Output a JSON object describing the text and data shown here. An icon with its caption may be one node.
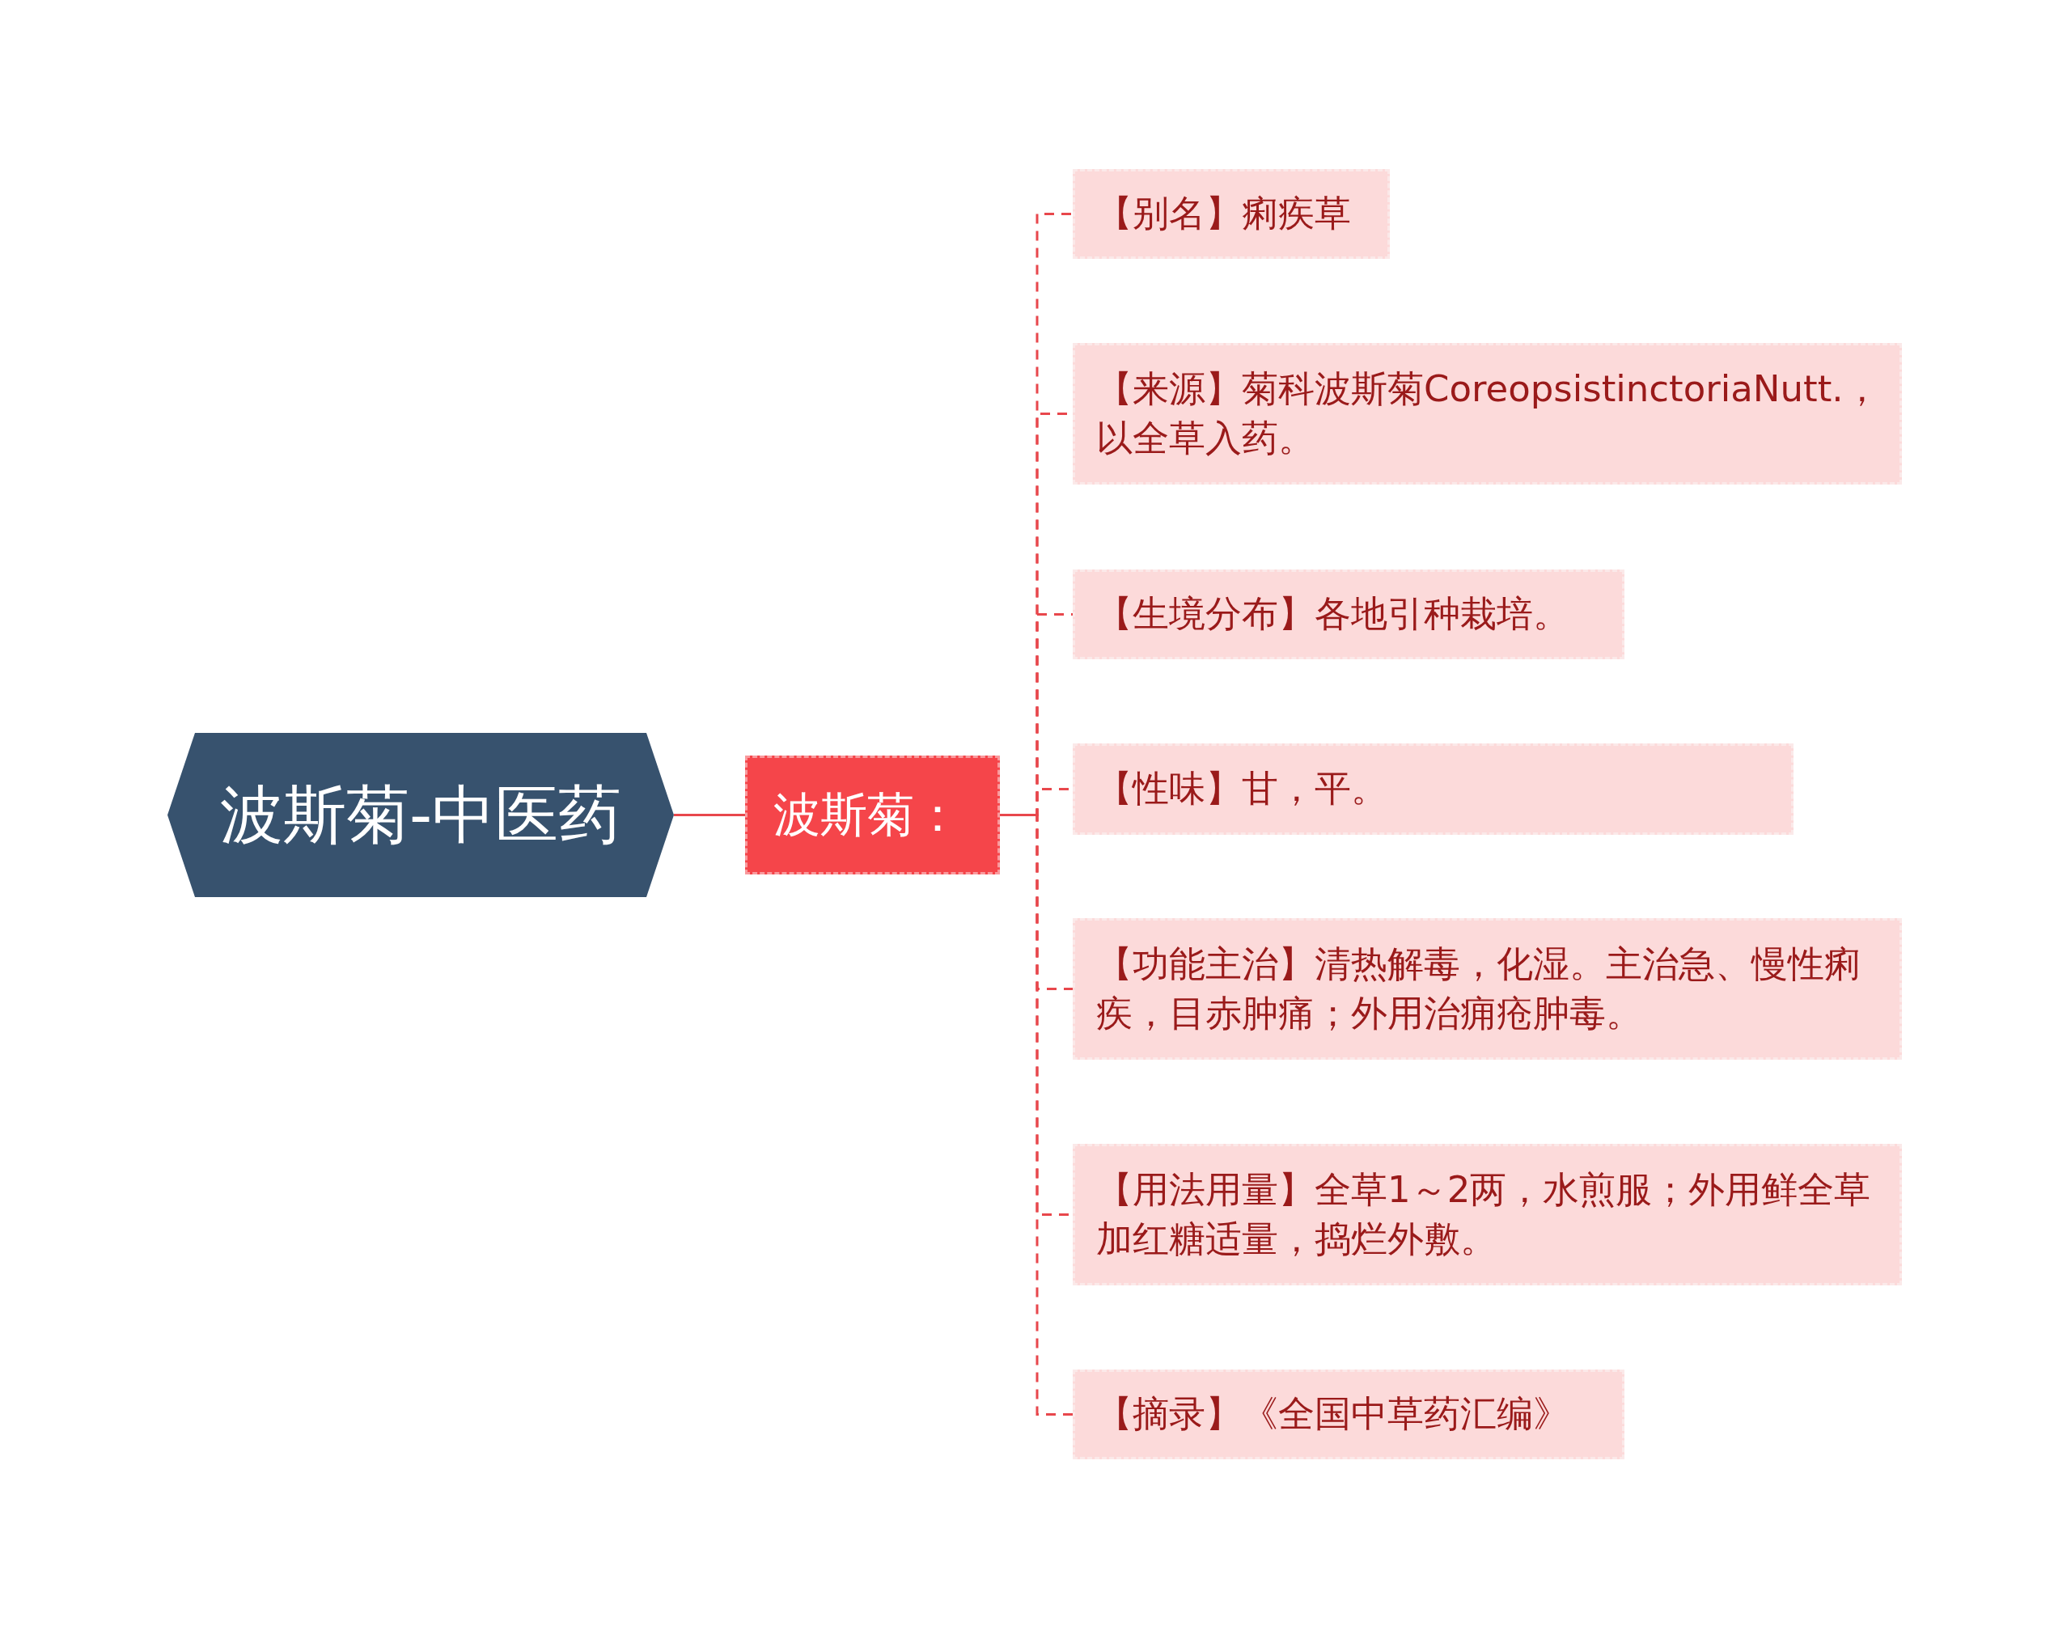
{
  "diagram": {
    "nodes": [
      {
        "text": [
          "波斯菊-中医药"
        ]
      },
      {
        "text": [
          "波斯菊："
        ]
      },
      {
        "text": [
          "【别名】痢疾草"
        ]
      },
      {
        "text": [
          "【来源】菊科波斯菊CoreopsistinctoriaNutt.，以全草入药。"
        ]
      },
      {
        "text": [
          "【生境分布】各地引种栽培。"
        ]
      },
      {
        "text": [
          "【性味】甘，平。"
        ]
      },
      {
        "text": [
          "【功能主治】清热解毒，化湿。主治急、慢性痢疾，目赤肿痛；外用治痈疮肿毒。"
        ]
      },
      {
        "text": [
          "【用法用量】全草1～2两，水煎服；外用鲜全草加红糖适量，捣烂外敷。"
        ]
      },
      {
        "text": [
          "【摘录】《全国中草药汇编》"
        ]
      }
    ],
    "edges": [
      {
        "from": 0,
        "to": 1,
        "arrow": "none",
        "color": "#e8474c"
      },
      {
        "from": 1,
        "to": 2,
        "arrow": "none",
        "style": "dashed",
        "color": "#e8474c"
      },
      {
        "from": 1,
        "to": 3,
        "arrow": "none",
        "style": "dashed",
        "color": "#e8474c"
      },
      {
        "from": 1,
        "to": 4,
        "arrow": "none",
        "style": "dashed",
        "color": "#e8474c"
      },
      {
        "from": 1,
        "to": 5,
        "arrow": "none",
        "style": "dashed",
        "color": "#e8474c"
      },
      {
        "from": 1,
        "to": 6,
        "arrow": "none",
        "style": "dashed",
        "color": "#e8474c"
      },
      {
        "from": 1,
        "to": 7,
        "arrow": "none",
        "style": "dashed",
        "color": "#e8474c"
      },
      {
        "from": 1,
        "to": 8,
        "arrow": "none",
        "style": "dashed",
        "color": "#e8474c"
      }
    ]
  }
}
